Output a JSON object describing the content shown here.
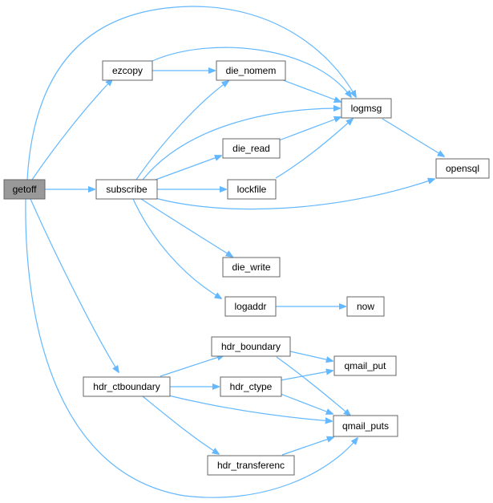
{
  "graph": {
    "edge_color": "#63b8ff",
    "node_border": "#666666",
    "root_fill": "#999999",
    "nodes": {
      "getoff": "getoff",
      "ezcopy": "ezcopy",
      "die_nomem": "die_nomem",
      "logmsg": "logmsg",
      "opensql": "opensql",
      "subscribe": "subscribe",
      "die_read": "die_read",
      "lockfile": "lockfile",
      "die_write": "die_write",
      "logaddr": "logaddr",
      "now": "now",
      "hdr_ctboundary": "hdr_ctboundary",
      "hdr_boundary": "hdr_boundary",
      "qmail_put": "qmail_put",
      "hdr_ctype": "hdr_ctype",
      "qmail_puts": "qmail_puts",
      "hdr_transferenc": "hdr_transferenc"
    }
  }
}
